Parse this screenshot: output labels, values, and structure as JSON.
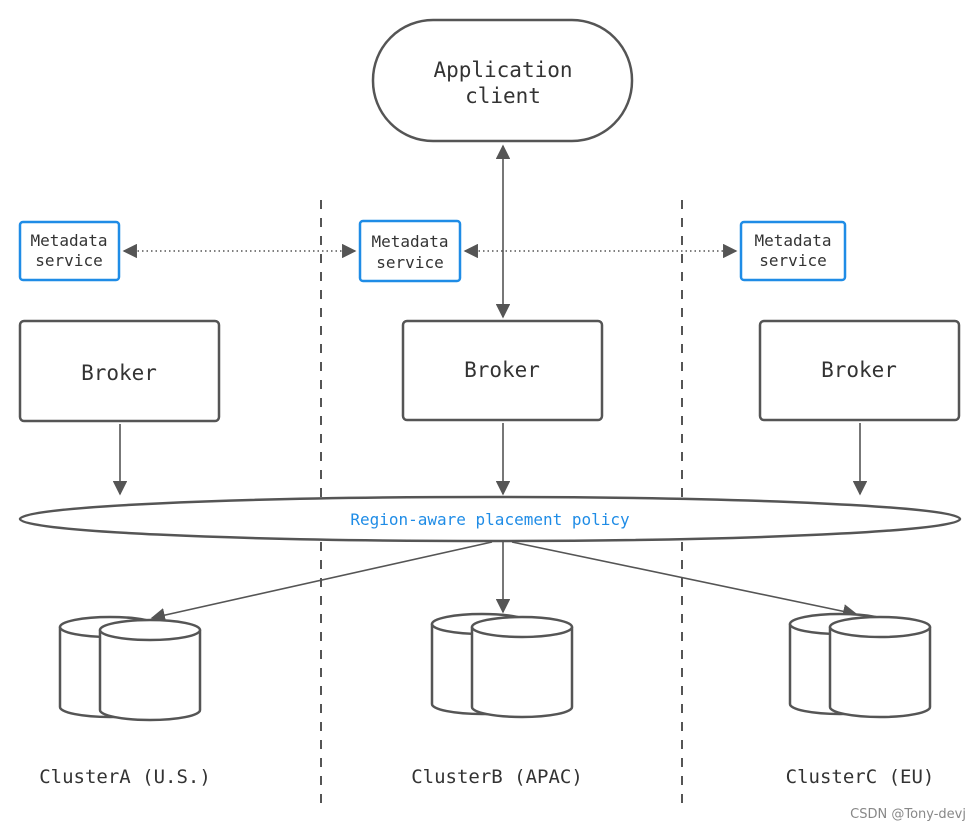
{
  "colors": {
    "accent": "#1f8ce6",
    "stroke": "#555555",
    "text": "#333333"
  },
  "client": {
    "line1": "Application",
    "line2": "client"
  },
  "metadata": {
    "line1": "Metadata",
    "line2": "service"
  },
  "broker": {
    "label": "Broker"
  },
  "policy": {
    "label": "Region-aware placement policy"
  },
  "clusters": {
    "a": "ClusterA (U.S.)",
    "b": "ClusterB (APAC)",
    "c": "ClusterC (EU)"
  },
  "watermark": "CSDN @Tony-devj"
}
